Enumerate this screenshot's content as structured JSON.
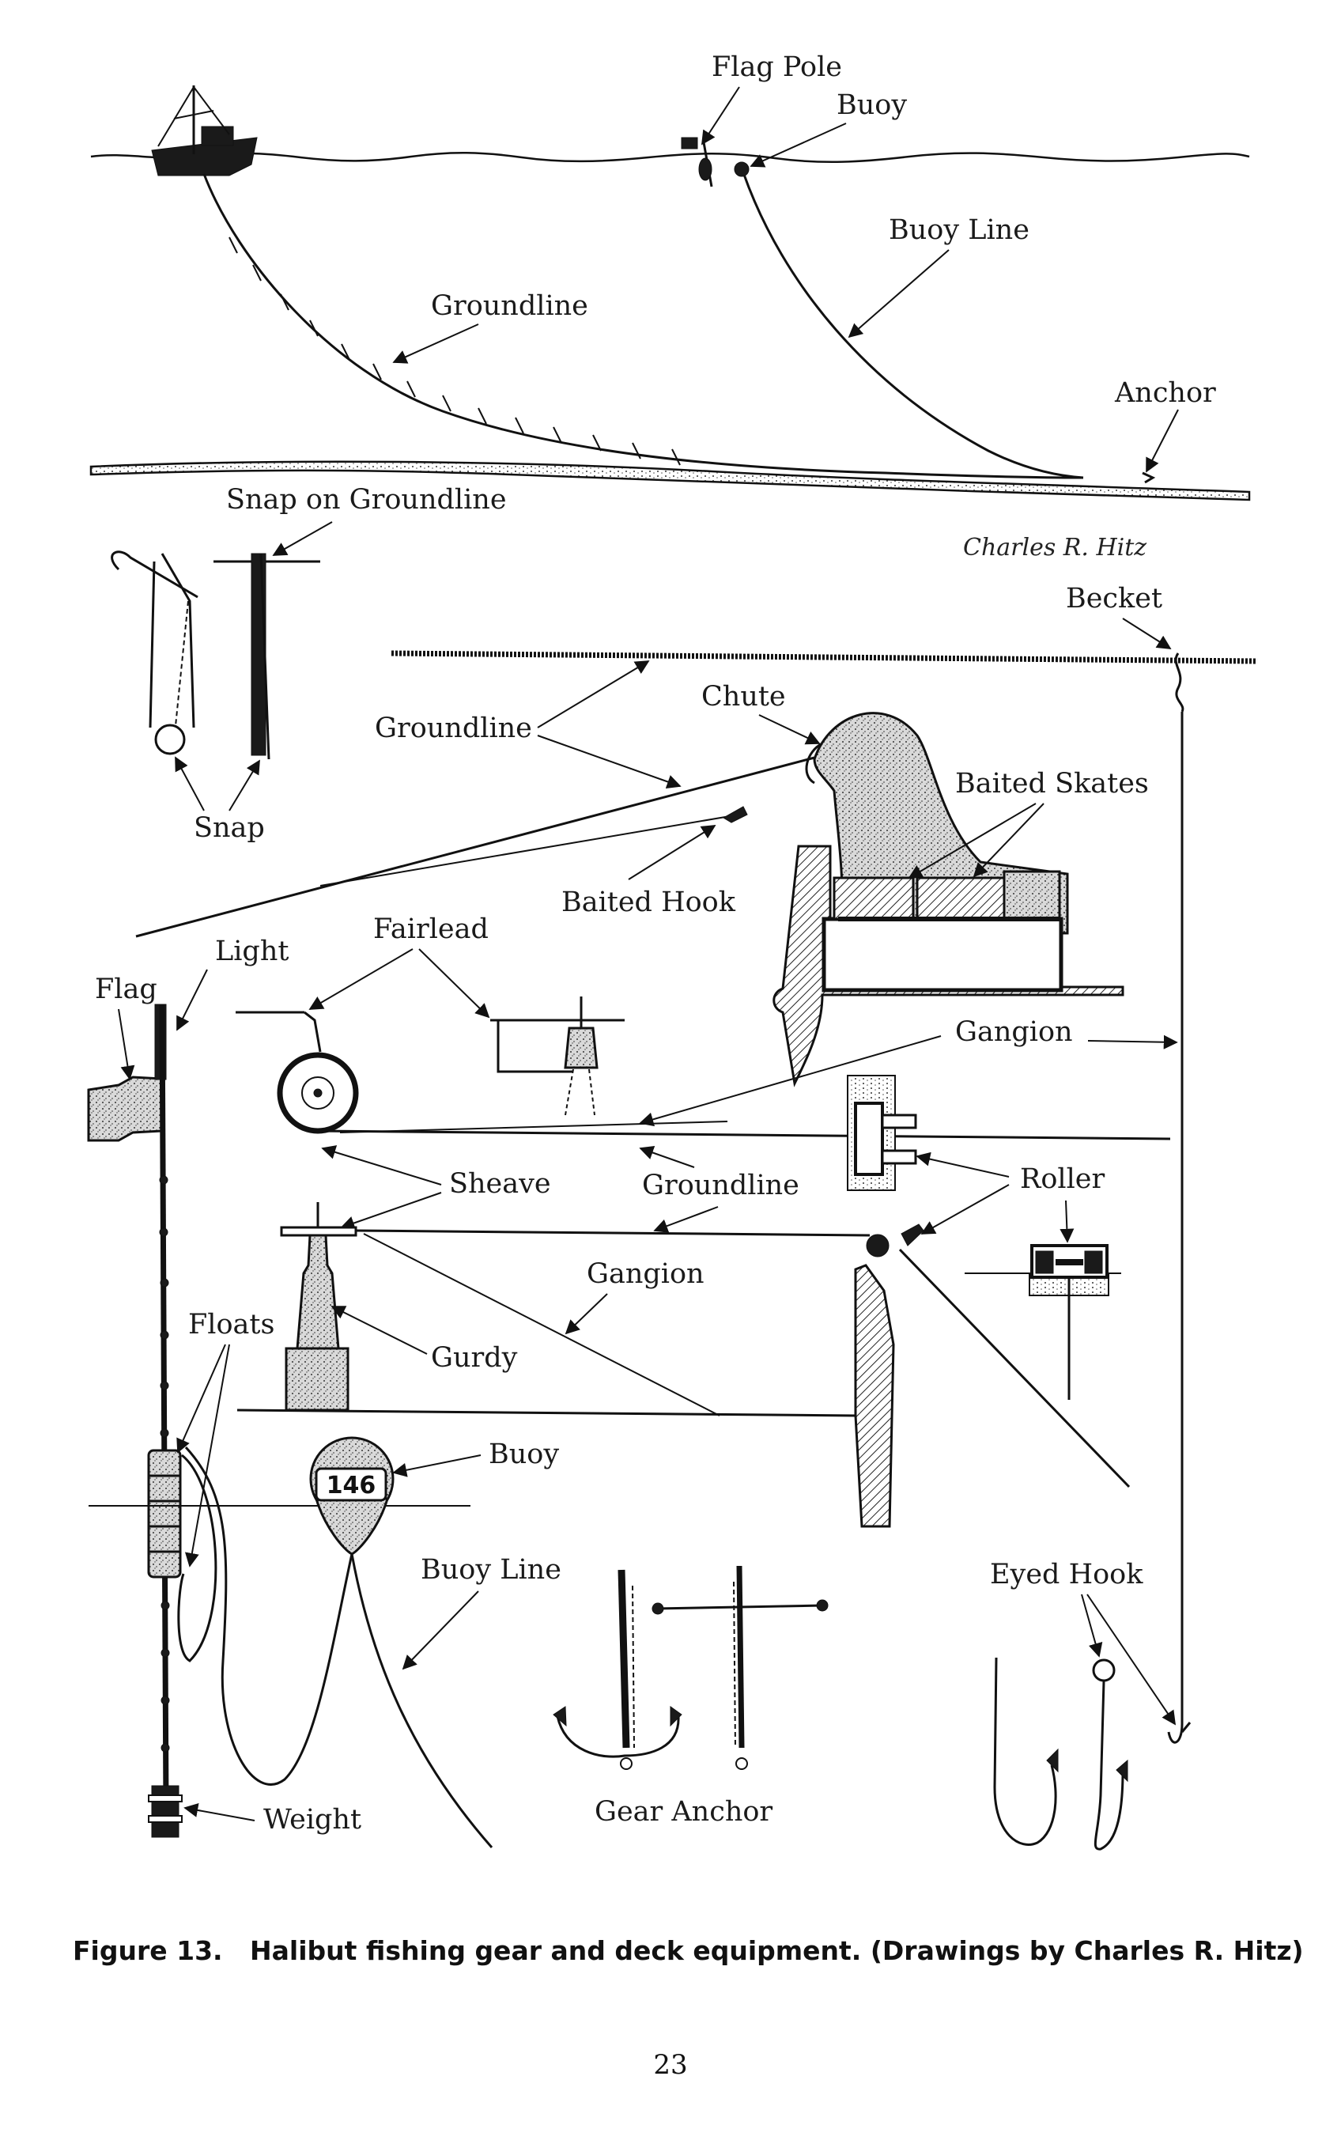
{
  "labels": {
    "flag_pole": "Flag Pole",
    "buoy_top": "Buoy",
    "buoy_line_top": "Buoy Line",
    "groundline_top": "Groundline",
    "anchor": "Anchor",
    "snap_on_groundline": "Snap on Groundline",
    "becket": "Becket",
    "chute": "Chute",
    "groundline_mid": "Groundline",
    "baited_skates": "Baited Skates",
    "snap": "Snap",
    "baited_hook": "Baited Hook",
    "fairlead": "Fairlead",
    "light": "Light",
    "flag": "Flag",
    "gangion_top": "Gangion",
    "sheave": "Sheave",
    "groundline_lower": "Groundline",
    "roller": "Roller",
    "gangion_lower": "Gangion",
    "floats": "Floats",
    "gurdy": "Gurdy",
    "buoy_bottom": "Buoy",
    "buoy_number": "146",
    "buoy_line_bottom": "Buoy Line",
    "eyed_hook": "Eyed Hook",
    "gear_anchor": "Gear Anchor",
    "weight": "Weight"
  },
  "signature": "Charles R. Hitz",
  "caption": "Figure 13.   Halibut fishing gear and deck equipment. (Drawings by Charles R. Hitz)",
  "page_number": "23"
}
